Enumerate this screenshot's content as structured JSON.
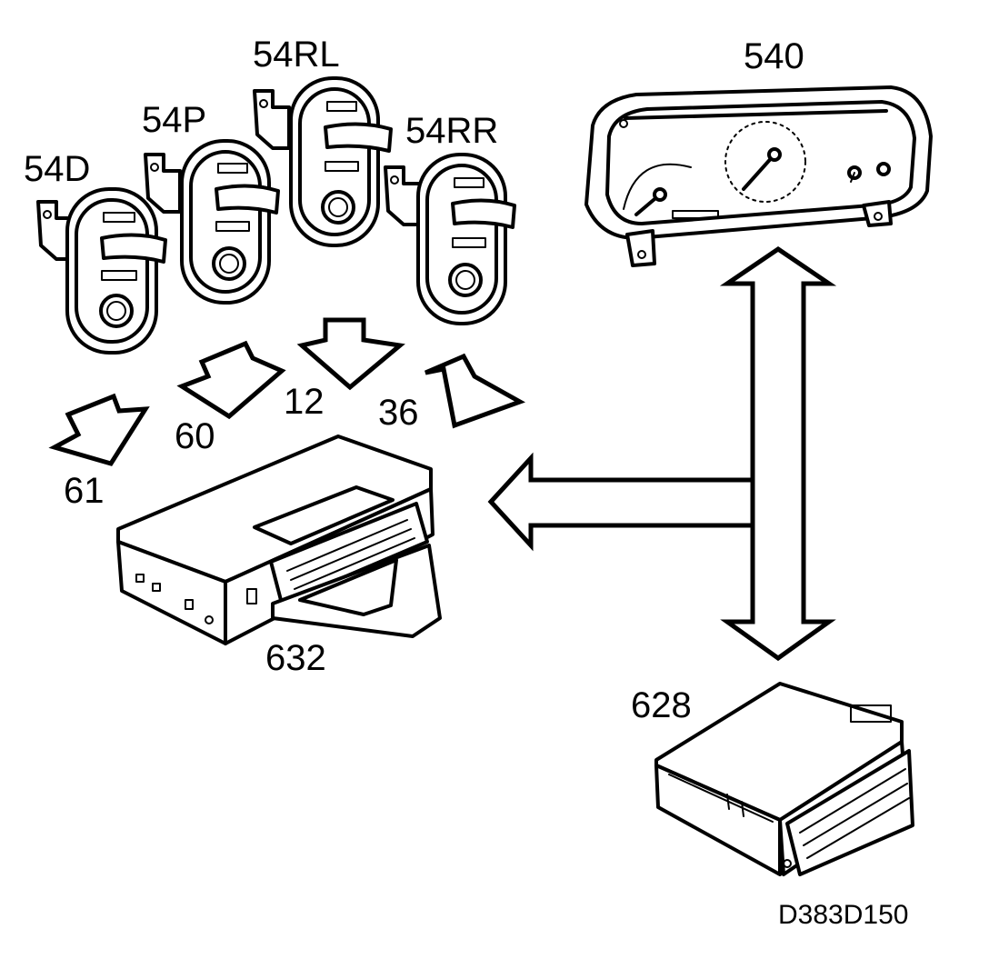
{
  "labels": {
    "switch_driver": "54D",
    "switch_passenger": "54P",
    "switch_rear_left": "54RL",
    "switch_rear_right": "54RR",
    "instrument_cluster": "540",
    "wire_61": "61",
    "wire_60": "60",
    "wire_12": "12",
    "wire_36": "36",
    "control_module": "632",
    "secondary_module": "628"
  },
  "drawing_code": "D383D150",
  "colors": {
    "line": "#000000",
    "fill": "#ffffff"
  }
}
